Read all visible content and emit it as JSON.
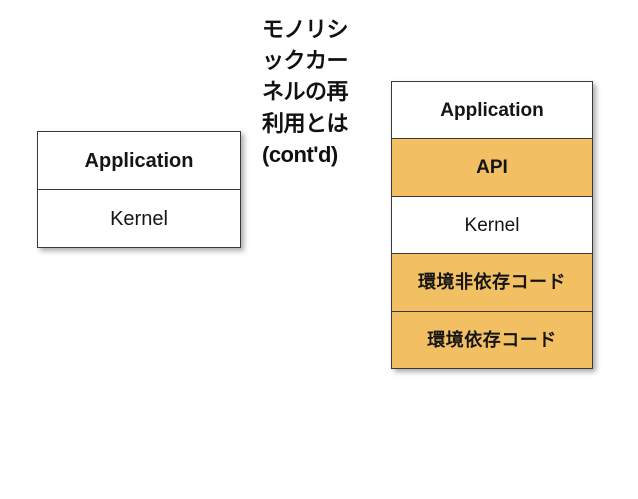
{
  "slide": {
    "title": "モノリシ\nックカー\nネルの再\n利用とは\n(cont'd)",
    "title_plain": "モノリシックカーネルの再利用とは (cont'd)",
    "background_color": "#ffffff"
  },
  "colors": {
    "layer_highlight": "#f2bf62",
    "layer_plain": "#ffffff",
    "layer_border": "#3a3a3a",
    "text": "#151515",
    "title_text": "#111111"
  },
  "figures": [
    {
      "id": "monolithic",
      "name": "monolithic-kernel-stack",
      "layers": [
        {
          "label": "Application",
          "fill": "white",
          "weight": "bold"
        },
        {
          "label": "Kernel",
          "fill": "white",
          "weight": "normal"
        }
      ]
    },
    {
      "id": "reusable",
      "name": "reusable-kernel-stack",
      "layers": [
        {
          "label": "Application",
          "fill": "white",
          "weight": "bold"
        },
        {
          "label": "API",
          "fill": "orange",
          "weight": "bold"
        },
        {
          "label": "Kernel",
          "fill": "white",
          "weight": "normal"
        },
        {
          "label": "環境非依存コード",
          "fill": "orange",
          "weight": "bold"
        },
        {
          "label": "環境依存コード",
          "fill": "orange",
          "weight": "bold"
        }
      ]
    }
  ]
}
